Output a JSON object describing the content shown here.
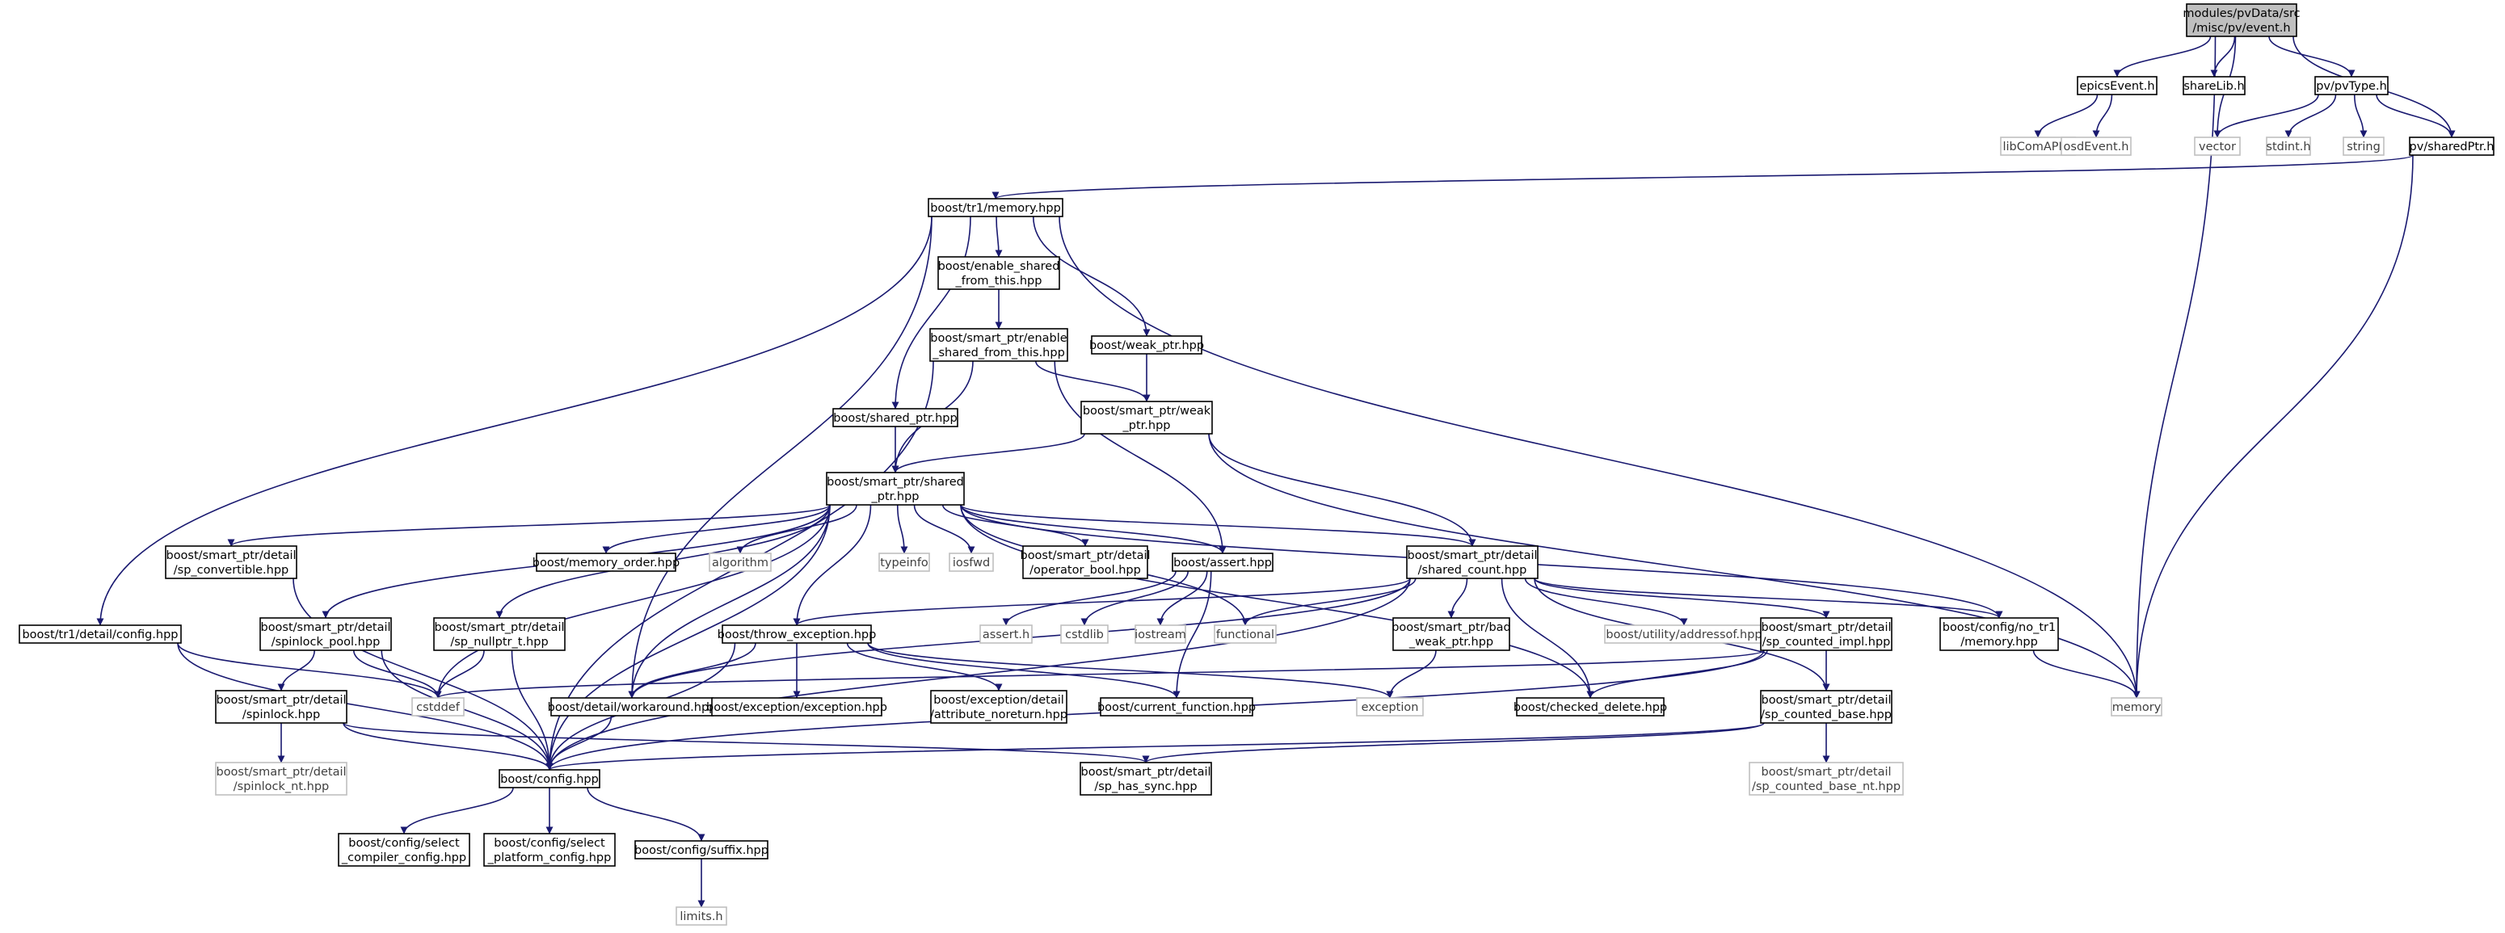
{
  "diagram": {
    "colors": {
      "edge": "#191970",
      "node_border": "#000000",
      "node_text": "#000000",
      "external_border": "#bfbfbf",
      "external_text": "#3f3f3f",
      "root_fill": "#bfbfbf",
      "node_fill": "#ffffff"
    },
    "nodes": [
      {
        "id": "event_h",
        "lines": [
          "modules/pvData/src",
          "/misc/pv/event.h"
        ],
        "kind": "root"
      },
      {
        "id": "epicsEvent",
        "lines": [
          "epicsEvent.h"
        ],
        "kind": "normal"
      },
      {
        "id": "shareLib",
        "lines": [
          "shareLib.h"
        ],
        "kind": "normal"
      },
      {
        "id": "pvType",
        "lines": [
          "pv/pvType.h"
        ],
        "kind": "normal"
      },
      {
        "id": "sharedPtr",
        "lines": [
          "pv/sharedPtr.h"
        ],
        "kind": "normal"
      },
      {
        "id": "libComAPI",
        "lines": [
          "libComAPI.h"
        ],
        "kind": "external"
      },
      {
        "id": "osdEvent",
        "lines": [
          "osdEvent.h"
        ],
        "kind": "external"
      },
      {
        "id": "vector",
        "lines": [
          "vector"
        ],
        "kind": "external"
      },
      {
        "id": "stdint",
        "lines": [
          "stdint.h"
        ],
        "kind": "external"
      },
      {
        "id": "string",
        "lines": [
          "string"
        ],
        "kind": "external"
      },
      {
        "id": "memory",
        "lines": [
          "memory"
        ],
        "kind": "external"
      },
      {
        "id": "tr1memory",
        "lines": [
          "boost/tr1/memory.hpp"
        ],
        "kind": "normal"
      },
      {
        "id": "enable_shared",
        "lines": [
          "boost/enable_shared",
          "_from_this.hpp"
        ],
        "kind": "normal"
      },
      {
        "id": "weak_ptr",
        "lines": [
          "boost/weak_ptr.hpp"
        ],
        "kind": "normal"
      },
      {
        "id": "sp_enable_shared",
        "lines": [
          "boost/smart_ptr/enable",
          "_shared_from_this.hpp"
        ],
        "kind": "normal"
      },
      {
        "id": "shared_ptr_hpp",
        "lines": [
          "boost/shared_ptr.hpp"
        ],
        "kind": "normal"
      },
      {
        "id": "sp_weak_ptr",
        "lines": [
          "boost/smart_ptr/weak",
          "_ptr.hpp"
        ],
        "kind": "normal"
      },
      {
        "id": "sp_shared_ptr",
        "lines": [
          "boost/smart_ptr/shared",
          "_ptr.hpp"
        ],
        "kind": "normal"
      },
      {
        "id": "sp_convertible",
        "lines": [
          "boost/smart_ptr/detail",
          "/sp_convertible.hpp"
        ],
        "kind": "normal"
      },
      {
        "id": "memory_order",
        "lines": [
          "boost/memory_order.hpp"
        ],
        "kind": "normal"
      },
      {
        "id": "algorithm",
        "lines": [
          "algorithm"
        ],
        "kind": "external"
      },
      {
        "id": "typeinfo",
        "lines": [
          "typeinfo"
        ],
        "kind": "external"
      },
      {
        "id": "iosfwd",
        "lines": [
          "iosfwd"
        ],
        "kind": "external"
      },
      {
        "id": "operator_bool",
        "lines": [
          "boost/smart_ptr/detail",
          "/operator_bool.hpp"
        ],
        "kind": "normal"
      },
      {
        "id": "assert_hpp",
        "lines": [
          "boost/assert.hpp"
        ],
        "kind": "normal"
      },
      {
        "id": "shared_count",
        "lines": [
          "boost/smart_ptr/detail",
          "/shared_count.hpp"
        ],
        "kind": "normal"
      },
      {
        "id": "tr1config",
        "lines": [
          "boost/tr1/detail/config.hpp"
        ],
        "kind": "normal"
      },
      {
        "id": "spinlock_pool",
        "lines": [
          "boost/smart_ptr/detail",
          "/spinlock_pool.hpp"
        ],
        "kind": "normal"
      },
      {
        "id": "sp_nullptr",
        "lines": [
          "boost/smart_ptr/detail",
          "/sp_nullptr_t.hpp"
        ],
        "kind": "normal"
      },
      {
        "id": "throw_exception",
        "lines": [
          "boost/throw_exception.hpp"
        ],
        "kind": "normal"
      },
      {
        "id": "assert_h",
        "lines": [
          "assert.h"
        ],
        "kind": "external"
      },
      {
        "id": "cstdlib",
        "lines": [
          "cstdlib"
        ],
        "kind": "external"
      },
      {
        "id": "iostream",
        "lines": [
          "iostream"
        ],
        "kind": "external"
      },
      {
        "id": "functional",
        "lines": [
          "functional"
        ],
        "kind": "external"
      },
      {
        "id": "bad_weak_ptr",
        "lines": [
          "boost/smart_ptr/bad",
          "_weak_ptr.hpp"
        ],
        "kind": "normal"
      },
      {
        "id": "addressof",
        "lines": [
          "boost/utility/addressof.hpp"
        ],
        "kind": "external"
      },
      {
        "id": "sp_counted_impl",
        "lines": [
          "boost/smart_ptr/detail",
          "/sp_counted_impl.hpp"
        ],
        "kind": "normal"
      },
      {
        "id": "no_tr1_memory",
        "lines": [
          "boost/config/no_tr1",
          "/memory.hpp"
        ],
        "kind": "normal"
      },
      {
        "id": "cstddef",
        "lines": [
          "cstddef"
        ],
        "kind": "external"
      },
      {
        "id": "spinlock",
        "lines": [
          "boost/smart_ptr/detail",
          "/spinlock.hpp"
        ],
        "kind": "normal"
      },
      {
        "id": "workaround",
        "lines": [
          "boost/detail/workaround.hpp"
        ],
        "kind": "normal"
      },
      {
        "id": "exception_exception",
        "lines": [
          "boost/exception/exception.hpp"
        ],
        "kind": "normal"
      },
      {
        "id": "attribute_noreturn",
        "lines": [
          "boost/exception/detail",
          "/attribute_noreturn.hpp"
        ],
        "kind": "normal"
      },
      {
        "id": "current_function",
        "lines": [
          "boost/current_function.hpp"
        ],
        "kind": "normal"
      },
      {
        "id": "exception",
        "lines": [
          "exception"
        ],
        "kind": "external"
      },
      {
        "id": "checked_delete",
        "lines": [
          "boost/checked_delete.hpp"
        ],
        "kind": "normal"
      },
      {
        "id": "sp_counted_base",
        "lines": [
          "boost/smart_ptr/detail",
          "/sp_counted_base.hpp"
        ],
        "kind": "normal"
      },
      {
        "id": "spinlock_nt",
        "lines": [
          "boost/smart_ptr/detail",
          "/spinlock_nt.hpp"
        ],
        "kind": "external"
      },
      {
        "id": "config_hpp",
        "lines": [
          "boost/config.hpp"
        ],
        "kind": "normal"
      },
      {
        "id": "sp_has_sync",
        "lines": [
          "boost/smart_ptr/detail",
          "/sp_has_sync.hpp"
        ],
        "kind": "normal"
      },
      {
        "id": "sp_counted_base_nt",
        "lines": [
          "boost/smart_ptr/detail",
          "/sp_counted_base_nt.hpp"
        ],
        "kind": "external"
      },
      {
        "id": "select_compiler",
        "lines": [
          "boost/config/select",
          "_compiler_config.hpp"
        ],
        "kind": "normal"
      },
      {
        "id": "select_platform",
        "lines": [
          "boost/config/select",
          "_platform_config.hpp"
        ],
        "kind": "normal"
      },
      {
        "id": "suffix",
        "lines": [
          "boost/config/suffix.hpp"
        ],
        "kind": "normal"
      },
      {
        "id": "limits",
        "lines": [
          "limits.h"
        ],
        "kind": "external"
      }
    ],
    "edges": [
      [
        "event_h",
        "epicsEvent"
      ],
      [
        "event_h",
        "shareLib"
      ],
      [
        "event_h",
        "pvType"
      ],
      [
        "event_h",
        "sharedPtr"
      ],
      [
        "event_h",
        "vector"
      ],
      [
        "event_h",
        "memory"
      ],
      [
        "epicsEvent",
        "libComAPI"
      ],
      [
        "epicsEvent",
        "osdEvent"
      ],
      [
        "pvType",
        "vector"
      ],
      [
        "pvType",
        "stdint"
      ],
      [
        "pvType",
        "string"
      ],
      [
        "pvType",
        "sharedPtr"
      ],
      [
        "sharedPtr",
        "tr1memory"
      ],
      [
        "sharedPtr",
        "memory"
      ],
      [
        "tr1memory",
        "tr1config"
      ],
      [
        "tr1memory",
        "workaround"
      ],
      [
        "tr1memory",
        "shared_ptr_hpp"
      ],
      [
        "tr1memory",
        "enable_shared"
      ],
      [
        "tr1memory",
        "weak_ptr"
      ],
      [
        "tr1memory",
        "memory"
      ],
      [
        "enable_shared",
        "sp_enable_shared"
      ],
      [
        "sp_enable_shared",
        "config_hpp"
      ],
      [
        "sp_enable_shared",
        "sp_shared_ptr"
      ],
      [
        "sp_enable_shared",
        "sp_weak_ptr"
      ],
      [
        "sp_enable_shared",
        "assert_hpp"
      ],
      [
        "weak_ptr",
        "sp_weak_ptr"
      ],
      [
        "shared_ptr_hpp",
        "sp_shared_ptr"
      ],
      [
        "sp_weak_ptr",
        "sp_shared_ptr"
      ],
      [
        "sp_weak_ptr",
        "shared_count"
      ],
      [
        "sp_weak_ptr",
        "memory"
      ],
      [
        "sp_shared_ptr",
        "sp_convertible"
      ],
      [
        "sp_shared_ptr",
        "spinlock_pool"
      ],
      [
        "sp_shared_ptr",
        "cstddef"
      ],
      [
        "sp_shared_ptr",
        "sp_nullptr"
      ],
      [
        "sp_shared_ptr",
        "workaround"
      ],
      [
        "sp_shared_ptr",
        "memory_order"
      ],
      [
        "sp_shared_ptr",
        "algorithm"
      ],
      [
        "sp_shared_ptr",
        "throw_exception"
      ],
      [
        "sp_shared_ptr",
        "config_hpp"
      ],
      [
        "sp_shared_ptr",
        "typeinfo"
      ],
      [
        "sp_shared_ptr",
        "iosfwd"
      ],
      [
        "sp_shared_ptr",
        "operator_bool"
      ],
      [
        "sp_shared_ptr",
        "assert_hpp"
      ],
      [
        "sp_shared_ptr",
        "functional"
      ],
      [
        "sp_shared_ptr",
        "checked_delete"
      ],
      [
        "sp_shared_ptr",
        "shared_count"
      ],
      [
        "sp_shared_ptr",
        "no_tr1_memory"
      ],
      [
        "sp_convertible",
        "config_hpp"
      ],
      [
        "tr1config",
        "cstddef"
      ],
      [
        "tr1config",
        "config_hpp"
      ],
      [
        "spinlock_pool",
        "config_hpp"
      ],
      [
        "spinlock_pool",
        "spinlock"
      ],
      [
        "spinlock_pool",
        "cstddef"
      ],
      [
        "sp_nullptr",
        "config_hpp"
      ],
      [
        "sp_nullptr",
        "cstddef"
      ],
      [
        "assert_hpp",
        "assert_h"
      ],
      [
        "assert_hpp",
        "cstdlib"
      ],
      [
        "assert_hpp",
        "iostream"
      ],
      [
        "assert_hpp",
        "current_function"
      ],
      [
        "throw_exception",
        "workaround"
      ],
      [
        "throw_exception",
        "exception_exception"
      ],
      [
        "throw_exception",
        "attribute_noreturn"
      ],
      [
        "throw_exception",
        "current_function"
      ],
      [
        "throw_exception",
        "config_hpp"
      ],
      [
        "throw_exception",
        "exception"
      ],
      [
        "shared_count",
        "throw_exception"
      ],
      [
        "shared_count",
        "workaround"
      ],
      [
        "shared_count",
        "functional"
      ],
      [
        "shared_count",
        "bad_weak_ptr"
      ],
      [
        "shared_count",
        "addressof"
      ],
      [
        "shared_count",
        "sp_counted_impl"
      ],
      [
        "shared_count",
        "no_tr1_memory"
      ],
      [
        "shared_count",
        "checked_delete"
      ],
      [
        "shared_count",
        "sp_counted_base"
      ],
      [
        "shared_count",
        "config_hpp"
      ],
      [
        "bad_weak_ptr",
        "exception"
      ],
      [
        "sp_counted_impl",
        "cstddef"
      ],
      [
        "sp_counted_impl",
        "checked_delete"
      ],
      [
        "sp_counted_impl",
        "sp_counted_base"
      ],
      [
        "sp_counted_impl",
        "config_hpp"
      ],
      [
        "no_tr1_memory",
        "memory"
      ],
      [
        "spinlock",
        "config_hpp"
      ],
      [
        "spinlock",
        "spinlock_nt"
      ],
      [
        "spinlock",
        "sp_has_sync"
      ],
      [
        "workaround",
        "config_hpp"
      ],
      [
        "sp_counted_base",
        "config_hpp"
      ],
      [
        "sp_counted_base",
        "sp_has_sync"
      ],
      [
        "sp_counted_base",
        "sp_counted_base_nt"
      ],
      [
        "config_hpp",
        "select_compiler"
      ],
      [
        "config_hpp",
        "select_platform"
      ],
      [
        "config_hpp",
        "suffix"
      ],
      [
        "suffix",
        "limits"
      ]
    ]
  }
}
